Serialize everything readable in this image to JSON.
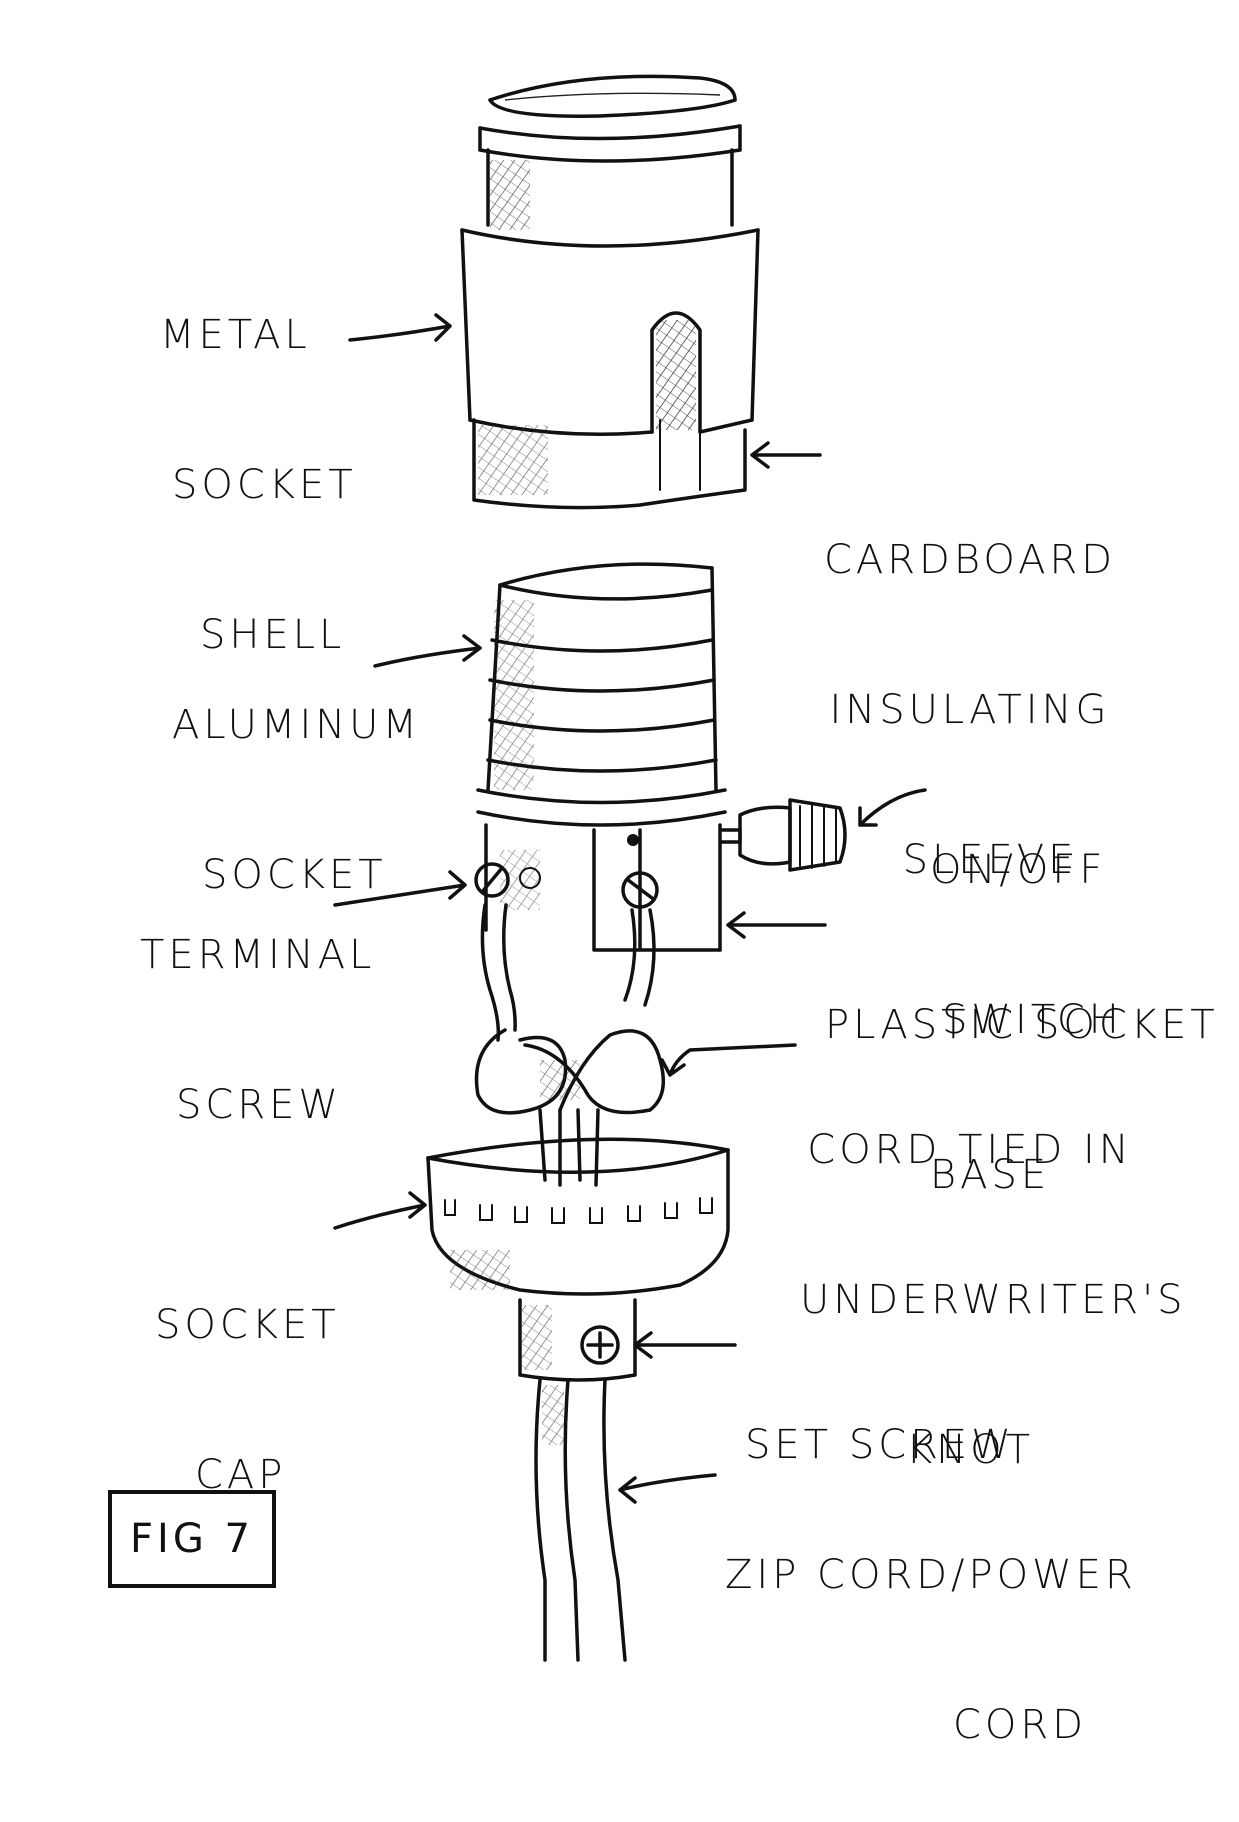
{
  "labels": {
    "metal_socket_shell": [
      "METAL",
      "SOCKET",
      "SHELL"
    ],
    "cardboard_sleeve": [
      "CARDBOARD",
      "INSULATING",
      "SLEEVE"
    ],
    "aluminum_socket": [
      "ALUMINUM",
      "SOCKET"
    ],
    "on_off_switch": [
      "ON/OFF",
      "SWITCH"
    ],
    "terminal_screw": [
      "TERMINAL",
      "SCREW"
    ],
    "plastic_socket_base": [
      "PLASTIC SOCKET",
      "BASE"
    ],
    "underwriters_knot": [
      "CORD TIED IN",
      "UNDERWRITER'S",
      "KNOT"
    ],
    "socket_cap": [
      "SOCKET",
      "CAP"
    ],
    "set_screw": [
      "SET SCREW"
    ],
    "zip_cord": [
      "ZIP CORD/POWER",
      "CORD"
    ]
  },
  "figure_label": "FIG 7"
}
